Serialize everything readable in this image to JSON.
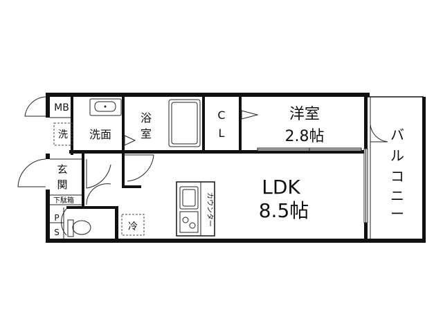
{
  "rooms": {
    "mb": "MB",
    "washer": "洗",
    "washroom": "洗面",
    "bath_1": "浴",
    "bath_2": "室",
    "closet_1": "C",
    "closet_2": "L",
    "western_room": "洋室",
    "western_size": "2.8帖",
    "balcony_chars": [
      "バ",
      "ル",
      "コ",
      "ニ",
      "ー"
    ],
    "entrance_1": "玄",
    "entrance_2": "関",
    "shoe_box": "下駄箱",
    "ps_1": "P",
    "ps_2": "S",
    "fridge": "冷",
    "counter": "カウンター",
    "ldk": "LDK",
    "ldk_size": "8.5帖"
  }
}
